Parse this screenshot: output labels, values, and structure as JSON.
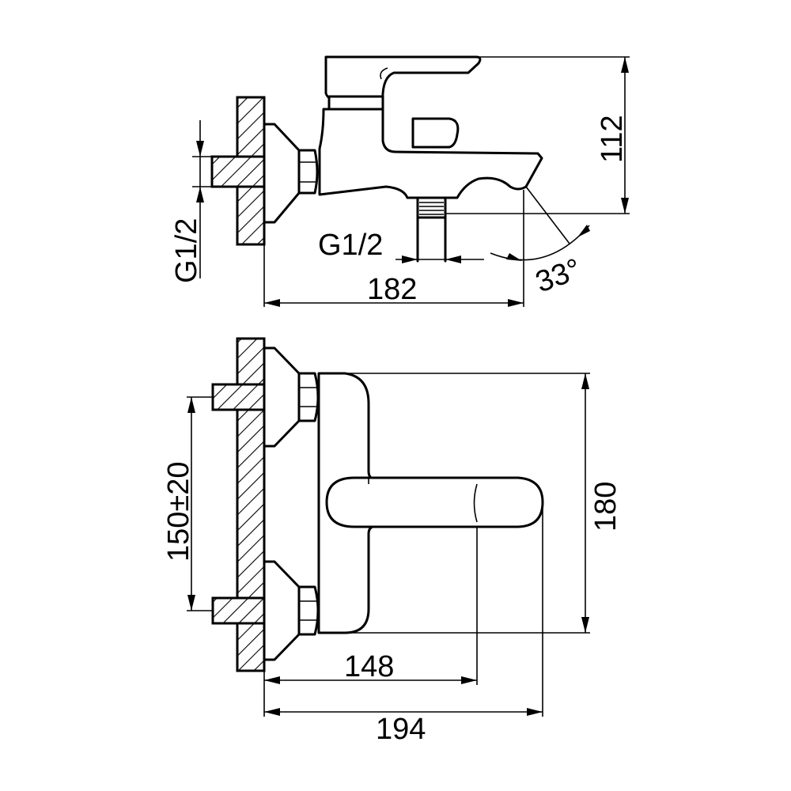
{
  "side_view": {
    "thread_vertical_label": "G1/2",
    "thread_horizontal_label": "G1/2",
    "height_dim": "112",
    "length_dim": "182",
    "angle_dim": "33°"
  },
  "top_view": {
    "centers_dim": "150±20",
    "depth_dim": "180",
    "handle_reach_dim": "148",
    "overall_length_dim": "194"
  }
}
